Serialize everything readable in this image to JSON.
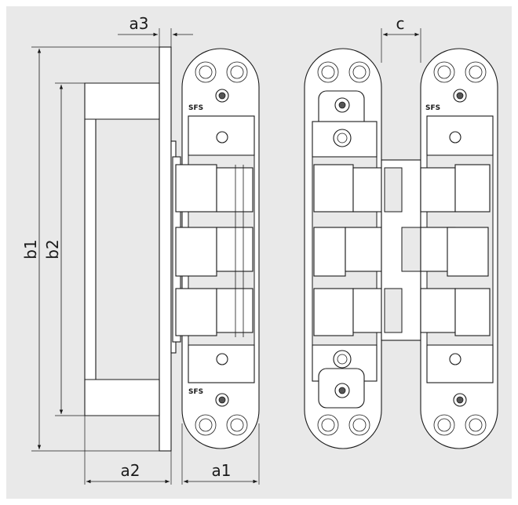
{
  "background": "#e9e9e9",
  "line_color": "#1a1a1a",
  "dimensions": {
    "a3": "a3",
    "c": "c",
    "b1": "b1",
    "b2": "b2",
    "a2": "a2",
    "a1": "a1"
  },
  "brand_marks": {
    "top": "SFS",
    "bottom": "SFS",
    "center_top": "SFS"
  }
}
